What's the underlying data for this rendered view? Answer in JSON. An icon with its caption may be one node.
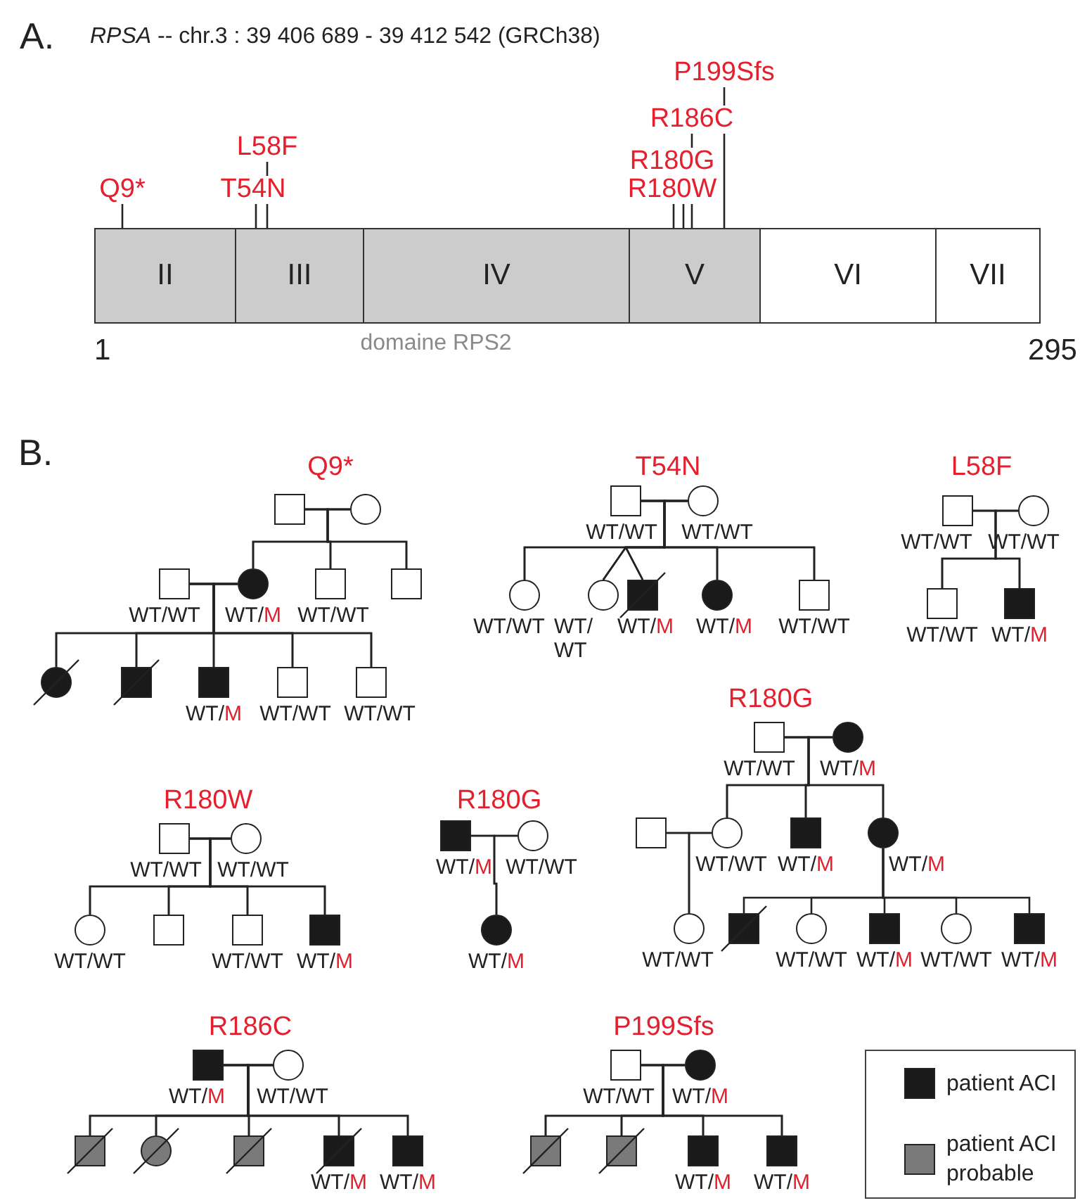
{
  "diagram": {
    "nodes": [
      {
        "text": [
          "Q9*"
        ]
      },
      {
        "text": [
          "T54N"
        ]
      },
      {
        "text": [
          "L58F"
        ]
      },
      {
        "text": [
          "R180W"
        ]
      },
      {
        "text": [
          "R180G"
        ]
      },
      {
        "text": [
          "R186C"
        ]
      },
      {
        "text": [
          "P199Sfs"
        ]
      },
      {
        "text": [
          "II"
        ]
      },
      {
        "text": [
          "III"
        ]
      },
      {
        "text": [
          "IV"
        ]
      },
      {
        "text": [
          "V"
        ]
      },
      {
        "text": [
          "VI"
        ]
      },
      {
        "text": [
          "VII"
        ]
      },
      {
        "text": [],
        "shape": "box"
      },
      {
        "text": [],
        "shape": "circle"
      },
      {
        "text": [],
        "shape": "box",
        "beside": [
          "WT/WT"
        ]
      },
      {
        "text": [],
        "shape": "circle",
        "beside": [
          "WT/M"
        ]
      },
      {
        "text": [],
        "shape": "box",
        "beside": [
          "WT/WT"
        ]
      },
      {
        "text": [],
        "shape": "box"
      },
      {
        "text": [],
        "shape": "circle"
      },
      {
        "text": [],
        "shape": "box"
      },
      {
        "text": [],
        "shape": "box",
        "beside": [
          "WT/M"
        ]
      },
      {
        "text": [],
        "shape": "box",
        "beside": [
          "WT/WT"
        ]
      },
      {
        "text": [],
        "shape": "box",
        "beside": [
          "WT/WT"
        ]
      },
      {
        "text": [],
        "shape": "box",
        "beside": [
          "WT/WT"
        ]
      },
      {
        "text": [],
        "shape": "circle",
        "beside": [
          "WT/WT"
        ]
      },
      {
        "text": [],
        "shape": "circle",
        "beside": [
          "WT/WT"
        ]
      },
      {
        "text": [],
        "shape": "circle",
        "beside": [
          "WT/WT"
        ]
      },
      {
        "text": [],
        "shape": "box",
        "beside": [
          "WT/M"
        ]
      },
      {
        "text": [],
        "shape": "circle",
        "beside": [
          "WT/M"
        ]
      },
      {
        "text": [],
        "shape": "box",
        "beside": [
          "WT/WT"
        ]
      },
      {
        "text": [],
        "shape": "box",
        "beside": [
          "WT/WT"
        ]
      },
      {
        "text": [],
        "shape": "circle",
        "beside": [
          "WT/WT"
        ]
      },
      {
        "text": [],
        "shape": "box",
        "beside": [
          "WT/WT"
        ]
      },
      {
        "text": [],
        "shape": "box",
        "beside": [
          "WT/M"
        ]
      },
      {
        "text": [],
        "shape": "box",
        "beside": [
          "WT/WT"
        ]
      },
      {
        "text": [],
        "shape": "circle",
        "beside": [
          "WT/WT"
        ]
      },
      {
        "text": [],
        "shape": "circle",
        "beside": [
          "WT/WT"
        ]
      },
      {
        "text": [],
        "shape": "box"
      },
      {
        "text": [],
        "shape": "box",
        "beside": [
          "WT/WT"
        ]
      },
      {
        "text": [],
        "shape": "box",
        "beside": [
          "WT/M"
        ]
      },
      {
        "text": [],
        "shape": "box",
        "beside": [
          "WT/M"
        ]
      },
      {
        "text": [],
        "shape": "circle",
        "beside": [
          "WT/WT"
        ]
      },
      {
        "text": [],
        "shape": "circle",
        "beside": [
          "WT/M"
        ]
      },
      {
        "text": [],
        "shape": "box",
        "beside": [
          "WT/WT"
        ]
      },
      {
        "text": [],
        "shape": "circle",
        "beside": [
          "WT/M"
        ]
      },
      {
        "text": [],
        "shape": "box"
      },
      {
        "text": [],
        "shape": "circle",
        "beside": [
          "WT/WT"
        ]
      },
      {
        "text": [],
        "shape": "box",
        "beside": [
          "WT/M"
        ]
      },
      {
        "text": [],
        "shape": "circle",
        "beside": [
          "WT/M"
        ]
      },
      {
        "text": [],
        "shape": "circle",
        "beside": [
          "WT/WT"
        ]
      },
      {
        "text": [],
        "shape": "box"
      },
      {
        "text": [],
        "shape": "circle",
        "beside": [
          "WT/WT"
        ]
      },
      {
        "text": [],
        "shape": "box",
        "beside": [
          "WT/M"
        ]
      },
      {
        "text": [],
        "shape": "circle",
        "beside": [
          "WT/WT"
        ]
      },
      {
        "text": [],
        "shape": "box",
        "beside": [
          "WT/M"
        ]
      },
      {
        "text": [],
        "shape": "box",
        "beside": [
          "WT/M"
        ]
      },
      {
        "text": [],
        "shape": "circle",
        "beside": [
          "WT/WT"
        ]
      },
      {
        "text": [],
        "shape": "box"
      },
      {
        "text": [],
        "shape": "circle"
      },
      {
        "text": [],
        "shape": "box"
      },
      {
        "text": [],
        "shape": "box",
        "beside": [
          "WT/M"
        ]
      },
      {
        "text": [],
        "shape": "box",
        "beside": [
          "WT/M"
        ]
      },
      {
        "text": [],
        "shape": "box",
        "beside": [
          "WT/WT"
        ]
      },
      {
        "text": [],
        "shape": "circle",
        "beside": [
          "WT/M"
        ]
      },
      {
        "text": [],
        "shape": "box"
      },
      {
        "text": [],
        "shape": "box"
      },
      {
        "text": [],
        "shape": "box",
        "beside": [
          "WT/M"
        ]
      },
      {
        "text": [],
        "shape": "box",
        "beside": [
          "WT/M"
        ]
      }
    ],
    "edges": [
      {
        "from": 0,
        "to": 7,
        "arrow": "none"
      },
      {
        "from": 1,
        "to": 8,
        "arrow": "none"
      },
      {
        "from": 2,
        "to": 8,
        "arrow": "none"
      },
      {
        "from": 3,
        "to": 10,
        "arrow": "none"
      },
      {
        "from": 4,
        "to": 10,
        "arrow": "none"
      },
      {
        "from": 5,
        "to": 10,
        "arrow": "none"
      },
      {
        "from": 6,
        "to": 10,
        "arrow": "none"
      },
      {
        "from": 13,
        "to": 14,
        "arrow": "none"
      },
      {
        "from": 13,
        "to": 16,
        "arrow": "none"
      },
      {
        "from": 13,
        "to": 17,
        "arrow": "none"
      },
      {
        "from": 13,
        "to": 18,
        "arrow": "none"
      },
      {
        "from": 14,
        "to": 16,
        "arrow": "none"
      },
      {
        "from": 14,
        "to": 17,
        "arrow": "none"
      },
      {
        "from": 14,
        "to": 18,
        "arrow": "none"
      },
      {
        "from": 15,
        "to": 16,
        "arrow": "none"
      },
      {
        "from": 15,
        "to": 19,
        "arrow": "none"
      },
      {
        "from": 15,
        "to": 20,
        "arrow": "none"
      },
      {
        "from": 15,
        "to": 21,
        "arrow": "none"
      },
      {
        "from": 15,
        "to": 22,
        "arrow": "none"
      },
      {
        "from": 15,
        "to": 23,
        "arrow": "none"
      },
      {
        "from": 16,
        "to": 19,
        "arrow": "none"
      },
      {
        "from": 16,
        "to": 20,
        "arrow": "none"
      },
      {
        "from": 16,
        "to": 21,
        "arrow": "none"
      },
      {
        "from": 16,
        "to": 22,
        "arrow": "none"
      },
      {
        "from": 16,
        "to": 23,
        "arrow": "none"
      },
      {
        "from": 24,
        "to": 25,
        "arrow": "none"
      },
      {
        "from": 24,
        "to": 26,
        "arrow": "none"
      },
      {
        "from": 24,
        "to": 27,
        "arrow": "none"
      },
      {
        "from": 24,
        "to": 28,
        "arrow": "none"
      },
      {
        "from": 24,
        "to": 29,
        "arrow": "none"
      },
      {
        "from": 24,
        "to": 30,
        "arrow": "none"
      },
      {
        "from": 25,
        "to": 26,
        "arrow": "none"
      },
      {
        "from": 25,
        "to": 27,
        "arrow": "none"
      },
      {
        "from": 25,
        "to": 28,
        "arrow": "none"
      },
      {
        "from": 25,
        "to": 29,
        "arrow": "none"
      },
      {
        "from": 25,
        "to": 30,
        "arrow": "none"
      },
      {
        "from": 31,
        "to": 32,
        "arrow": "none"
      },
      {
        "from": 31,
        "to": 33,
        "arrow": "none"
      },
      {
        "from": 31,
        "to": 34,
        "arrow": "none"
      },
      {
        "from": 32,
        "to": 33,
        "arrow": "none"
      },
      {
        "from": 32,
        "to": 34,
        "arrow": "none"
      },
      {
        "from": 35,
        "to": 36,
        "arrow": "none"
      },
      {
        "from": 35,
        "to": 37,
        "arrow": "none"
      },
      {
        "from": 35,
        "to": 38,
        "arrow": "none"
      },
      {
        "from": 35,
        "to": 39,
        "arrow": "none"
      },
      {
        "from": 35,
        "to": 40,
        "arrow": "none"
      },
      {
        "from": 36,
        "to": 37,
        "arrow": "none"
      },
      {
        "from": 36,
        "to": 38,
        "arrow": "none"
      },
      {
        "from": 36,
        "to": 39,
        "arrow": "none"
      },
      {
        "from": 36,
        "to": 40,
        "arrow": "none"
      },
      {
        "from": 41,
        "to": 42,
        "arrow": "none"
      },
      {
        "from": 41,
        "to": 43,
        "arrow": "none"
      },
      {
        "from": 42,
        "to": 43,
        "arrow": "none"
      },
      {
        "from": 44,
        "to": 45,
        "arrow": "none"
      },
      {
        "from": 44,
        "to": 47,
        "arrow": "none"
      },
      {
        "from": 44,
        "to": 48,
        "arrow": "none"
      },
      {
        "from": 44,
        "to": 49,
        "arrow": "none"
      },
      {
        "from": 45,
        "to": 47,
        "arrow": "none"
      },
      {
        "from": 45,
        "to": 48,
        "arrow": "none"
      },
      {
        "from": 45,
        "to": 49,
        "arrow": "none"
      },
      {
        "from": 46,
        "to": 47,
        "arrow": "none"
      },
      {
        "from": 46,
        "to": 50,
        "arrow": "none"
      },
      {
        "from": 47,
        "to": 50,
        "arrow": "none"
      },
      {
        "from": 49,
        "to": 51,
        "arrow": "none"
      },
      {
        "from": 49,
        "to": 52,
        "arrow": "none"
      },
      {
        "from": 49,
        "to": 53,
        "arrow": "none"
      },
      {
        "from": 49,
        "to": 54,
        "arrow": "none"
      },
      {
        "from": 49,
        "to": 55,
        "arrow": "none"
      },
      {
        "from": 56,
        "to": 57,
        "arrow": "none"
      },
      {
        "from": 56,
        "to": 58,
        "arrow": "none"
      },
      {
        "from": 56,
        "to": 59,
        "arrow": "none"
      },
      {
        "from": 56,
        "to": 60,
        "arrow": "none"
      },
      {
        "from": 56,
        "to": 61,
        "arrow": "none"
      },
      {
        "from": 56,
        "to": 62,
        "arrow": "none"
      },
      {
        "from": 57,
        "to": 58,
        "arrow": "none"
      },
      {
        "from": 57,
        "to": 59,
        "arrow": "none"
      },
      {
        "from": 57,
        "to": 60,
        "arrow": "none"
      },
      {
        "from": 57,
        "to": 61,
        "arrow": "none"
      },
      {
        "from": 57,
        "to": 62,
        "arrow": "none"
      },
      {
        "from": 63,
        "to": 64,
        "arrow": "none"
      },
      {
        "from": 63,
        "to": 65,
        "arrow": "none"
      },
      {
        "from": 63,
        "to": 66,
        "arrow": "none"
      },
      {
        "from": 63,
        "to": 67,
        "arrow": "none"
      },
      {
        "from": 63,
        "to": 68,
        "arrow": "none"
      },
      {
        "from": 64,
        "to": 65,
        "arrow": "none"
      },
      {
        "from": 64,
        "to": 66,
        "arrow": "none"
      },
      {
        "from": 64,
        "to": 67,
        "arrow": "none"
      },
      {
        "from": 64,
        "to": 68,
        "arrow": "none"
      }
    ],
    "labels": [
      "A.",
      "*RPSA* -- chr.3 : 39 406 689 - 39 412 542 (GRCh38)",
      "1",
      "domaine RPS2",
      "295",
      "B.",
      "Q9*",
      "T54N",
      "L58F",
      "R180G",
      "R180W",
      "R180G",
      "R186C",
      "P199Sfs"
    ],
    "legend": [
      {
        "text": "patient ACI",
        "color": "#1a1a1a"
      },
      {
        "text": "patient ACI probable",
        "color": "#7a7a7a"
      }
    ]
  }
}
